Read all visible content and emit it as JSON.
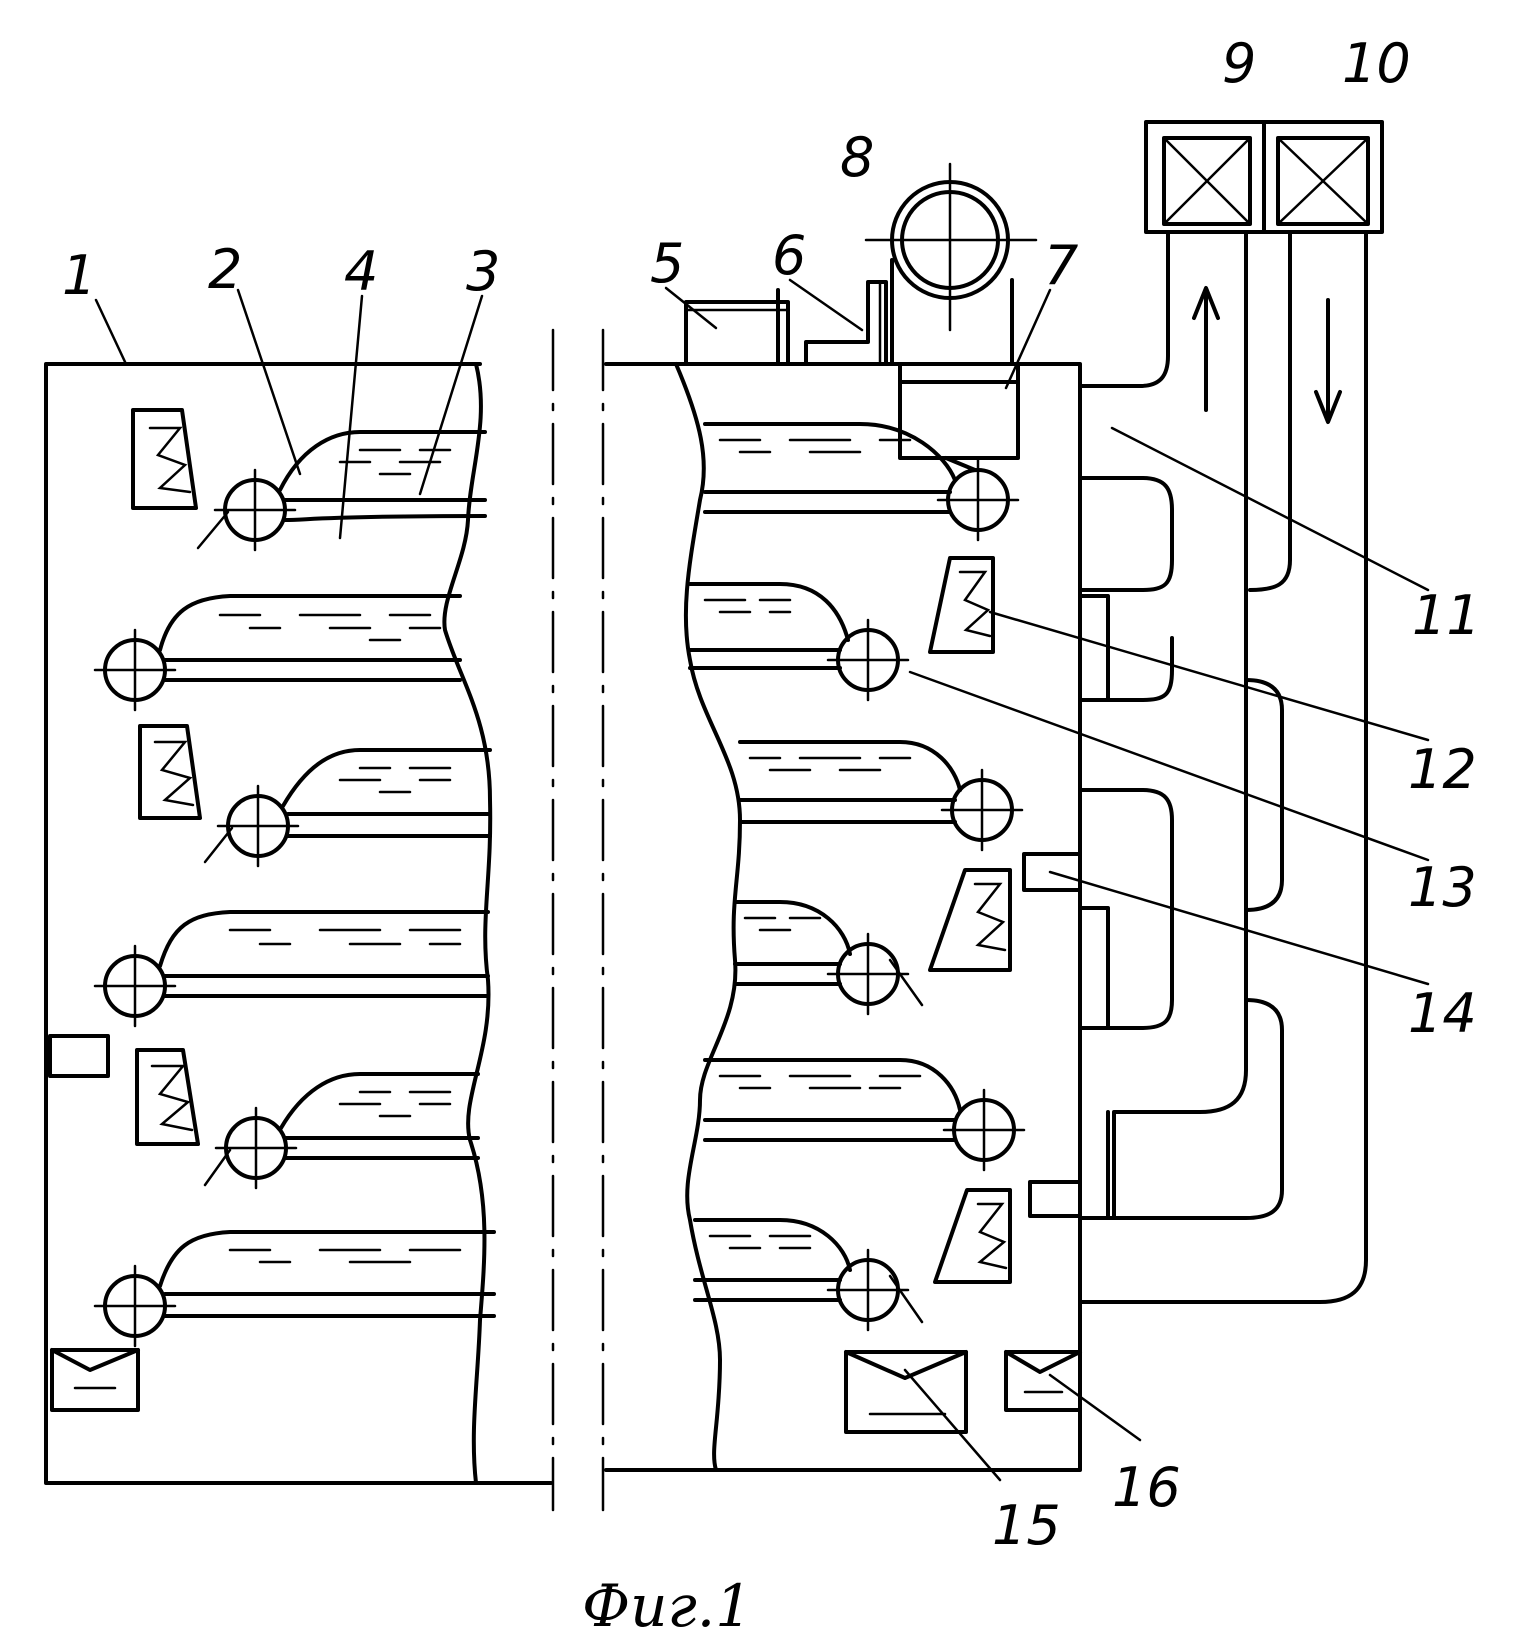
{
  "caption": "Фиг.1",
  "labels": {
    "l1": "1",
    "l2": "2",
    "l3": "3",
    "l4": "4",
    "l5": "5",
    "l6": "6",
    "l7": "7",
    "l8": "8",
    "l9": "9",
    "l10": "10",
    "l11": "11",
    "l12": "12",
    "l13": "13",
    "l14": "14",
    "l15": "15",
    "l16": "16"
  },
  "colors": {
    "ink": "#000000",
    "paper": "#ffffff"
  }
}
